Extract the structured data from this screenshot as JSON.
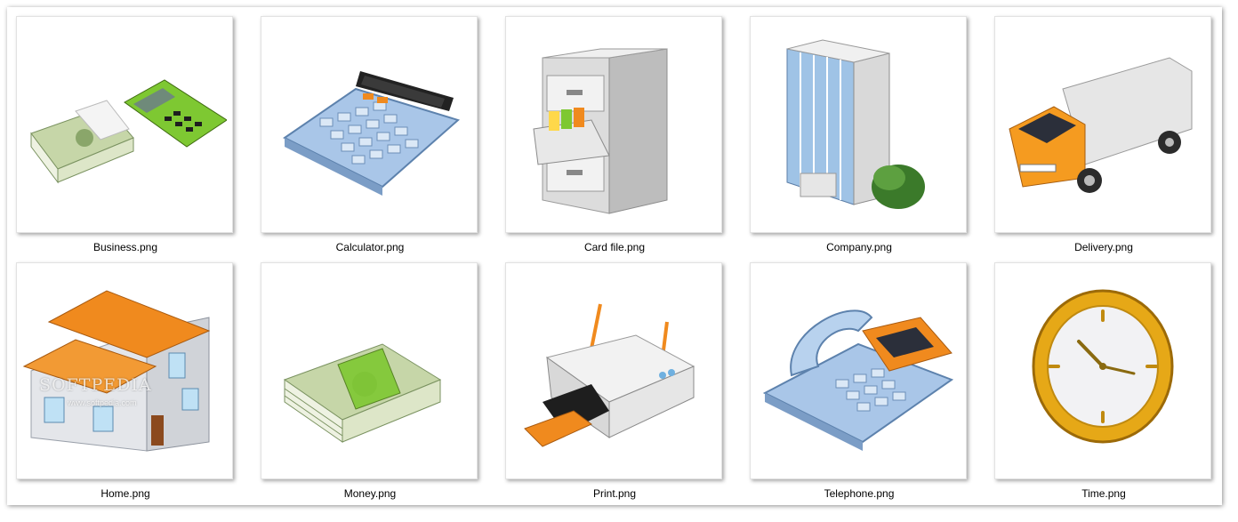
{
  "files": [
    {
      "name": "Business.png",
      "icon": "money-and-phone-icon"
    },
    {
      "name": "Calculator.png",
      "icon": "calculator-icon"
    },
    {
      "name": "Card file.png",
      "icon": "card-file-cabinet-icon"
    },
    {
      "name": "Company.png",
      "icon": "office-building-icon"
    },
    {
      "name": "Delivery.png",
      "icon": "delivery-truck-icon"
    },
    {
      "name": "Home.png",
      "icon": "house-icon"
    },
    {
      "name": "Money.png",
      "icon": "money-stack-icon"
    },
    {
      "name": "Print.png",
      "icon": "printer-icon"
    },
    {
      "name": "Telephone.png",
      "icon": "telephone-icon"
    },
    {
      "name": "Time.png",
      "icon": "clock-icon"
    }
  ],
  "watermark": {
    "brand": "SOFTPEDIA",
    "site": "www.softpedia.com"
  },
  "colors": {
    "accent_orange": "#f08a1e",
    "accent_green": "#7ec832",
    "money_green": "#8aa66a",
    "clock_gold": "#e6a817",
    "phone_blue": "#a9c6e8"
  }
}
